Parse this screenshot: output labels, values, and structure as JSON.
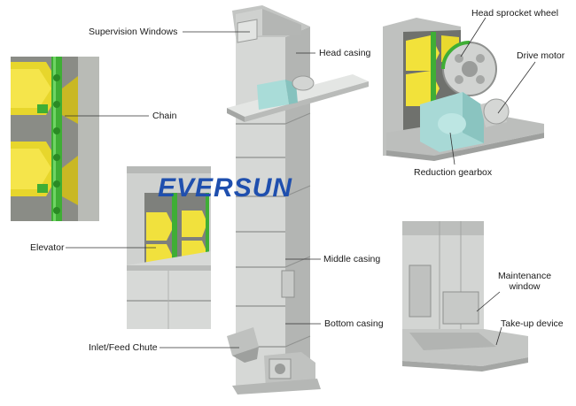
{
  "brand": {
    "logo_text": "EVERSUN",
    "logo_color": "#1f4fae"
  },
  "labels": {
    "supervision_windows": "Supervision Windows",
    "chain": "Chain",
    "head_casing": "Head casing",
    "head_sprocket_wheel": "Head sprocket wheel",
    "drive_motor": "Drive motor",
    "reduction_gearbox": "Reduction gearbox",
    "elevator": "Elevator",
    "middle_casing": "Middle casing",
    "maintenance_window": "Maintenance window",
    "bottom_casing": "Bottom casing",
    "take_up_device": "Take-up device",
    "inlet_feed_chute": "Inlet/Feed Chute"
  },
  "colors": {
    "casing_gray": "#c9cbc9",
    "casing_dark": "#a7aaa8",
    "bucket_yellow": "#f2e23a",
    "chain_green": "#49b83c",
    "gearbox_cyan": "#a8d9d6"
  }
}
